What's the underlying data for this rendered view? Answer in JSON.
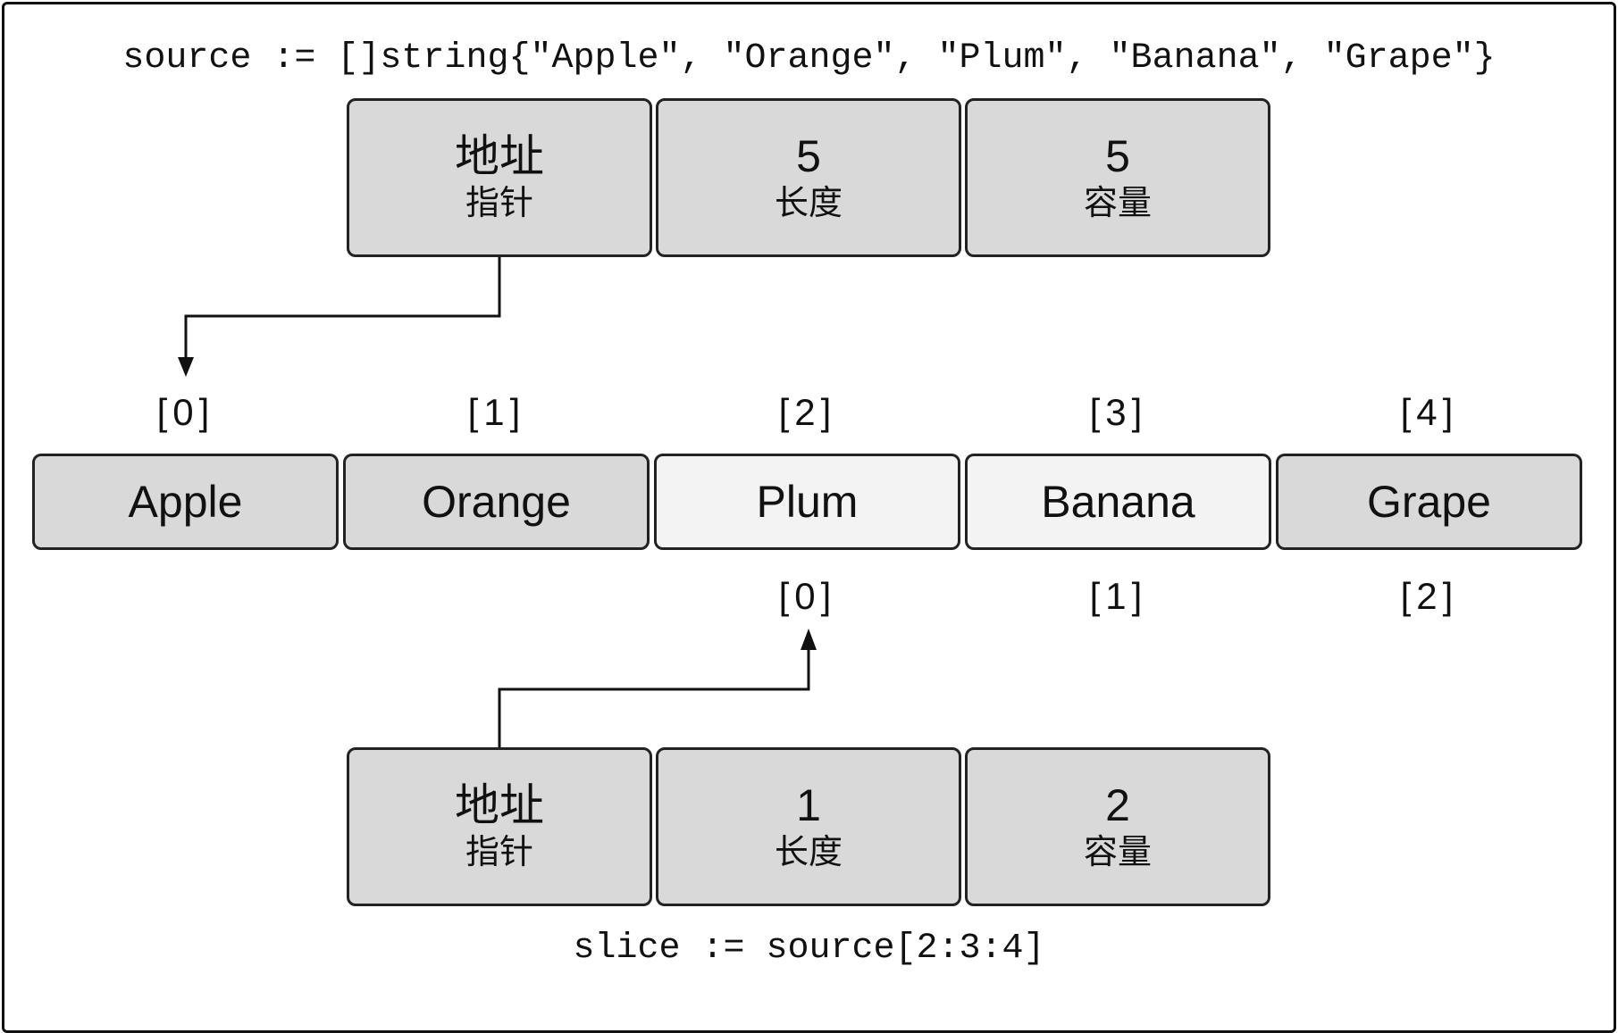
{
  "source_code": "source := []string{\"Apple\", \"Orange\", \"Plum\", \"Banana\", \"Grape\"}",
  "slice_code": "slice := source[2:3:4]",
  "source_header": [
    {
      "value": "地址",
      "label": "指针"
    },
    {
      "value": "5",
      "label": "长度"
    },
    {
      "value": "5",
      "label": "容量"
    }
  ],
  "slice_header": [
    {
      "value": "地址",
      "label": "指针"
    },
    {
      "value": "1",
      "label": "长度"
    },
    {
      "value": "2",
      "label": "容量"
    }
  ],
  "array_elements": [
    "Apple",
    "Orange",
    "Plum",
    "Banana",
    "Grape"
  ],
  "source_indices": [
    "[0]",
    "[1]",
    "[2]",
    "[3]",
    "[4]"
  ],
  "slice_indices": [
    "[0]",
    "[1]",
    "[2]"
  ],
  "colors": {
    "dark_cell": "#d9d9d9",
    "light_cell": "#f3f3f3",
    "border": "#222222"
  }
}
